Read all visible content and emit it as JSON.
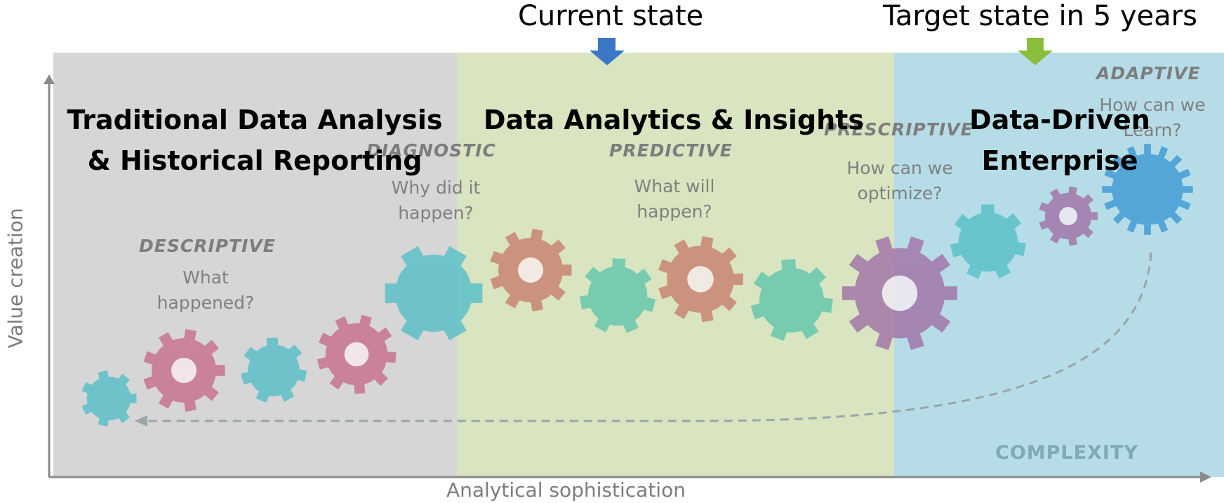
{
  "headlines": {
    "current": "Current state",
    "target": "Target state in 5 years"
  },
  "zones": [
    {
      "line1": "Traditional Data Analysis",
      "line2": "& Historical Reporting",
      "color": "#d6d6d6"
    },
    {
      "line1": "Data Analytics & Insights",
      "line2": "",
      "color": "#d9e4c0"
    },
    {
      "line1": "Data-Driven",
      "line2": "Enterprise",
      "color": "#b6dde7"
    }
  ],
  "stages": [
    {
      "label": "DESCRIPTIVE",
      "q1": "What",
      "q2": "happened?"
    },
    {
      "label": "DIAGNOSTIC",
      "q1": "Why did it",
      "q2": "happen?"
    },
    {
      "label": "PREDICTIVE",
      "q1": "What will",
      "q2": "happen?"
    },
    {
      "label": "PRESCRIPTIVE",
      "q1": "How can we",
      "q2": "optimize?"
    },
    {
      "label": "ADAPTIVE",
      "q1": "How can we",
      "q2": "Learn?"
    }
  ],
  "axes": {
    "x_label": "Analytical sophistication",
    "y_label": "Value creation",
    "complexity": "COMPLEXITY"
  },
  "colors": {
    "current_arrow": "#3a77c4",
    "target_arrow": "#8bbd3c",
    "gear_teal": "#58c0c8",
    "gear_pink": "#c86f8e",
    "gear_salmon": "#c98270",
    "gear_green": "#62c7ad",
    "gear_purple": "#a273a8",
    "gear_blue": "#3f9bd6"
  },
  "icons": [
    "down-arrow-icon",
    "gear-icon"
  ]
}
